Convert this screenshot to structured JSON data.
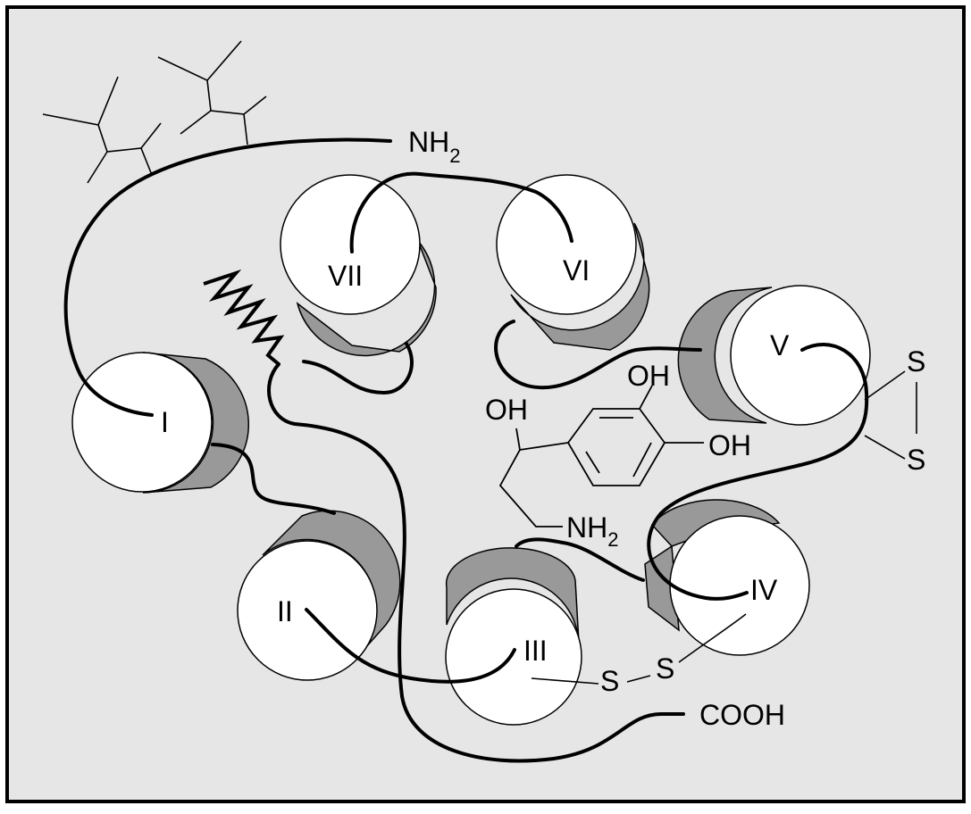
{
  "colors": {
    "background": "#e6e6e6",
    "frame": "#000000",
    "helix_face": "#ffffff",
    "helix_side": "#999999",
    "chain": "#000000"
  },
  "helices": {
    "h1": "I",
    "h2": "II",
    "h3": "III",
    "h4": "IV",
    "h5": "V",
    "h6": "VI",
    "h7": "VII"
  },
  "termini": {
    "amino_main": "NH",
    "amino_sub": "2",
    "carboxyl": "COOH"
  },
  "disulfides": {
    "s1": "S",
    "s2": "S",
    "s3": "S",
    "s4": "S"
  },
  "ligand": {
    "oh_side": "OH",
    "oh_ring_top": "OH",
    "oh_ring_right": "OH",
    "amine_main": "NH",
    "amine_sub": "2"
  },
  "icons": [
    "glycan-tree-icon",
    "palmitoyl-zigzag-icon",
    "catechol-ring-icon"
  ]
}
